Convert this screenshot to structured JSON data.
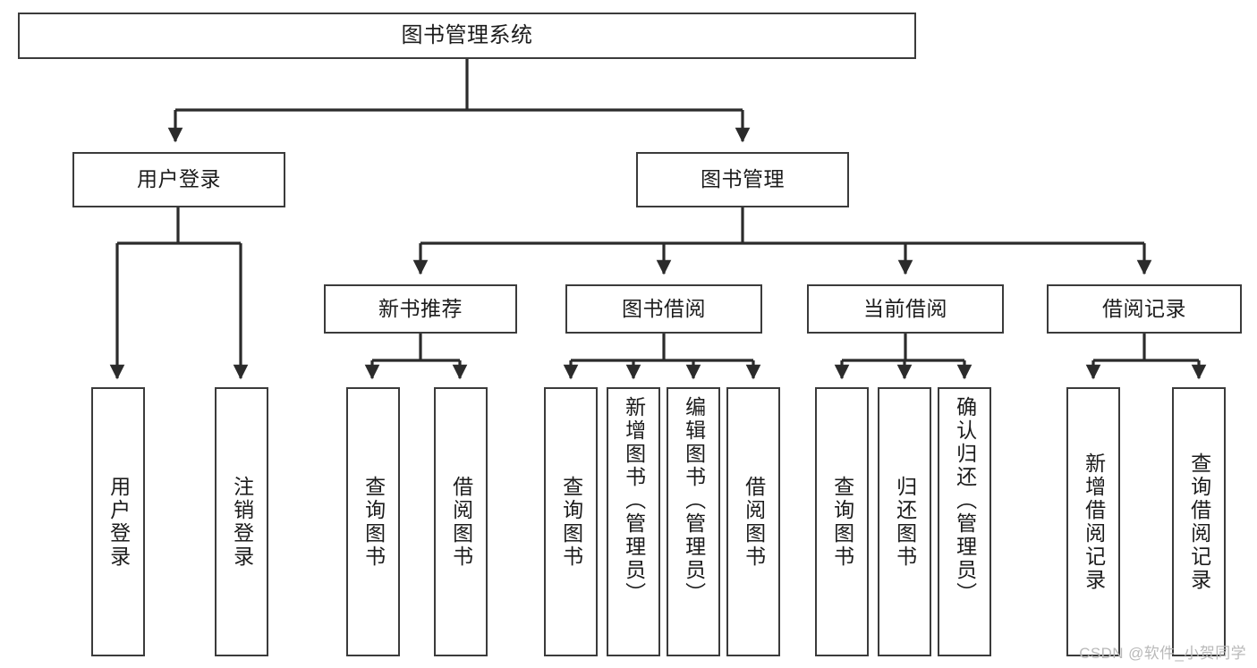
{
  "diagram": {
    "title": "图书管理系统",
    "type": "tree-hierarchy",
    "root": {
      "id": "root",
      "label": "图书管理系统"
    },
    "level2": [
      {
        "id": "user-login",
        "label": "用户登录"
      },
      {
        "id": "book-management",
        "label": "图书管理"
      }
    ],
    "level3": [
      {
        "id": "new-book-recommend",
        "label": "新书推荐",
        "parent": "book-management"
      },
      {
        "id": "book-borrow",
        "label": "图书借阅",
        "parent": "book-management"
      },
      {
        "id": "current-borrow",
        "label": "当前借阅",
        "parent": "book-management"
      },
      {
        "id": "borrow-record",
        "label": "借阅记录",
        "parent": "book-management"
      }
    ],
    "leaves": [
      {
        "id": "leaf-user-login",
        "label": "用户登录",
        "parent": "user-login"
      },
      {
        "id": "leaf-logout-login",
        "label": "注销登录",
        "parent": "user-login"
      },
      {
        "id": "leaf-query-book-1",
        "label": "查询图书",
        "parent": "new-book-recommend"
      },
      {
        "id": "leaf-borrow-book-1",
        "label": "借阅图书",
        "parent": "new-book-recommend"
      },
      {
        "id": "leaf-query-book-2",
        "label": "查询图书",
        "parent": "book-borrow"
      },
      {
        "id": "leaf-add-book",
        "label": "新增图书（管理员）",
        "parent": "book-borrow"
      },
      {
        "id": "leaf-edit-book",
        "label": "编辑图书（管理员）",
        "parent": "book-borrow"
      },
      {
        "id": "leaf-borrow-book-2",
        "label": "借阅图书",
        "parent": "book-borrow"
      },
      {
        "id": "leaf-query-book-3",
        "label": "查询图书",
        "parent": "current-borrow"
      },
      {
        "id": "leaf-return-book",
        "label": "归还图书",
        "parent": "current-borrow"
      },
      {
        "id": "leaf-confirm-return",
        "label": "确认归还（管理员）",
        "parent": "current-borrow"
      },
      {
        "id": "leaf-add-record",
        "label": "新增借阅记录",
        "parent": "borrow-record"
      },
      {
        "id": "leaf-query-record",
        "label": "查询借阅记录",
        "parent": "borrow-record"
      }
    ]
  },
  "watermark": {
    "text": "CSDN @软件_小贺同学"
  },
  "colors": {
    "stroke": "#3b3b3b",
    "text": "#1c1c1c",
    "background": "#ffffff",
    "watermark": "#b9b9b9"
  }
}
